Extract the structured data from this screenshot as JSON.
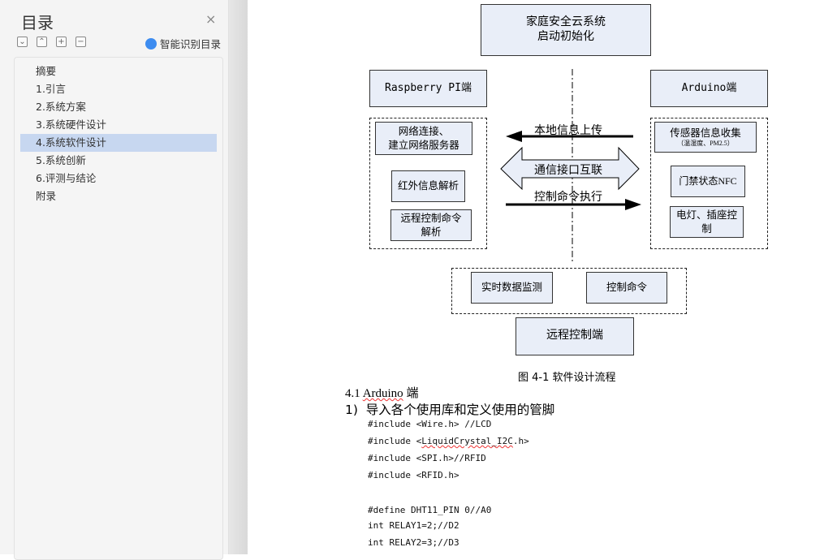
{
  "sidebar": {
    "title": "目录",
    "close": "×",
    "controls": [
      "⌄",
      "⌃",
      "+",
      "−"
    ],
    "smart_label": "智能识别目录",
    "items": [
      {
        "label": "摘要"
      },
      {
        "label": "1.引言"
      },
      {
        "label": "2.系统方案"
      },
      {
        "label": "3.系统硬件设计"
      },
      {
        "label": "4.系统软件设计",
        "active": true
      },
      {
        "label": "5.系统创新"
      },
      {
        "label": "6.评测与结论"
      },
      {
        "label": "附录"
      }
    ]
  },
  "diagram": {
    "top_line1": "家庭安全云系统",
    "top_line2": "启动初始化",
    "rpi": "Raspberry PI端",
    "arduino": "Arduino端",
    "net_line1": "网络连接、",
    "net_line2": "建立网络服务器",
    "ir": "红外信息解析",
    "remote_cmd_line1": "远程控制命令",
    "remote_cmd_line2": "解析",
    "sensor_line1": "传感器信息收集",
    "sensor_line2": "（温湿度、PM2.5）",
    "door": "门禁状态NFC",
    "light_line1": "电灯、插座控",
    "light_line2": "制",
    "arrow_upload": "本地信息上传",
    "arrow_comm": "通信接口互联",
    "arrow_exec": "控制命令执行",
    "monitor": "实时数据监测",
    "control": "控制命令",
    "remote": "远程控制端",
    "caption": "图 4-1 软件设计流程"
  },
  "doc": {
    "heading_num": "4.1 ",
    "heading_word": "Arduino",
    "heading_tail": " 端",
    "step": "1)  导入各个使用库和定义使用的管脚",
    "code": [
      "#include <Wire.h> //LCD",
      "#include <",
      "LiquidCrystal_I2C",
      ".h>",
      "#include <SPI.h>//RFID",
      "#include <RFID.h>",
      "#define DHT11_PIN 0//A0",
      "int RELAY1=2;//D2",
      "int RELAY2=3;//D3"
    ]
  }
}
